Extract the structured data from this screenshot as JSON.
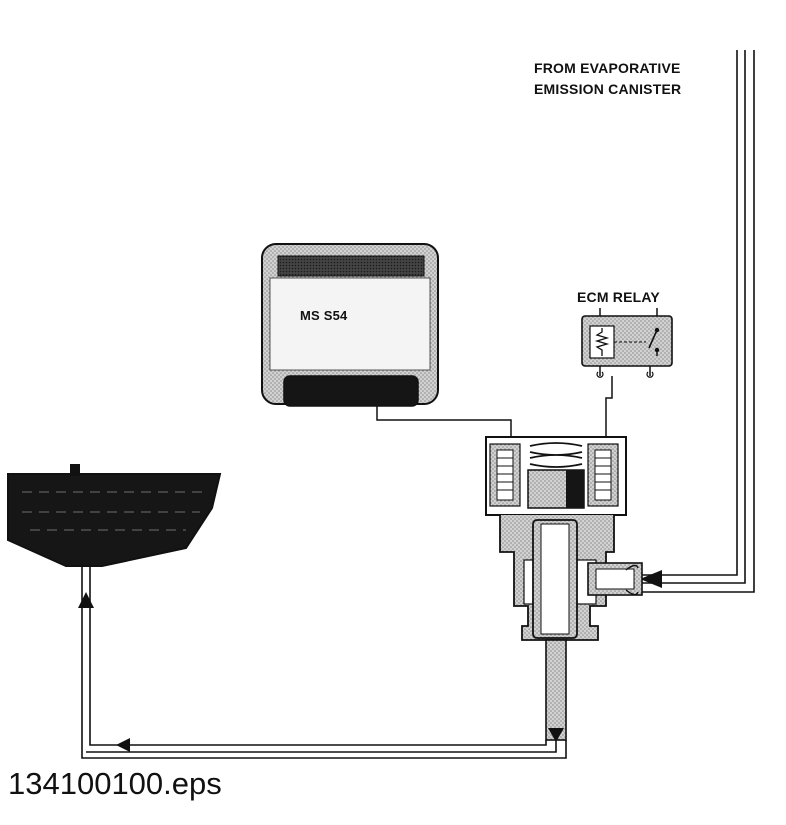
{
  "labels": {
    "canister_line1": "FROM EVAPORATIVE",
    "canister_line2": "EMISSION CANISTER",
    "ecm_relay": "ECM RELAY",
    "ecm_module": "MS S54",
    "filename": "134100100.eps"
  },
  "colors": {
    "outline": "#111111",
    "shading": "#bdbdbd",
    "dark_fill": "#1a1a1a",
    "background": "#ffffff"
  }
}
